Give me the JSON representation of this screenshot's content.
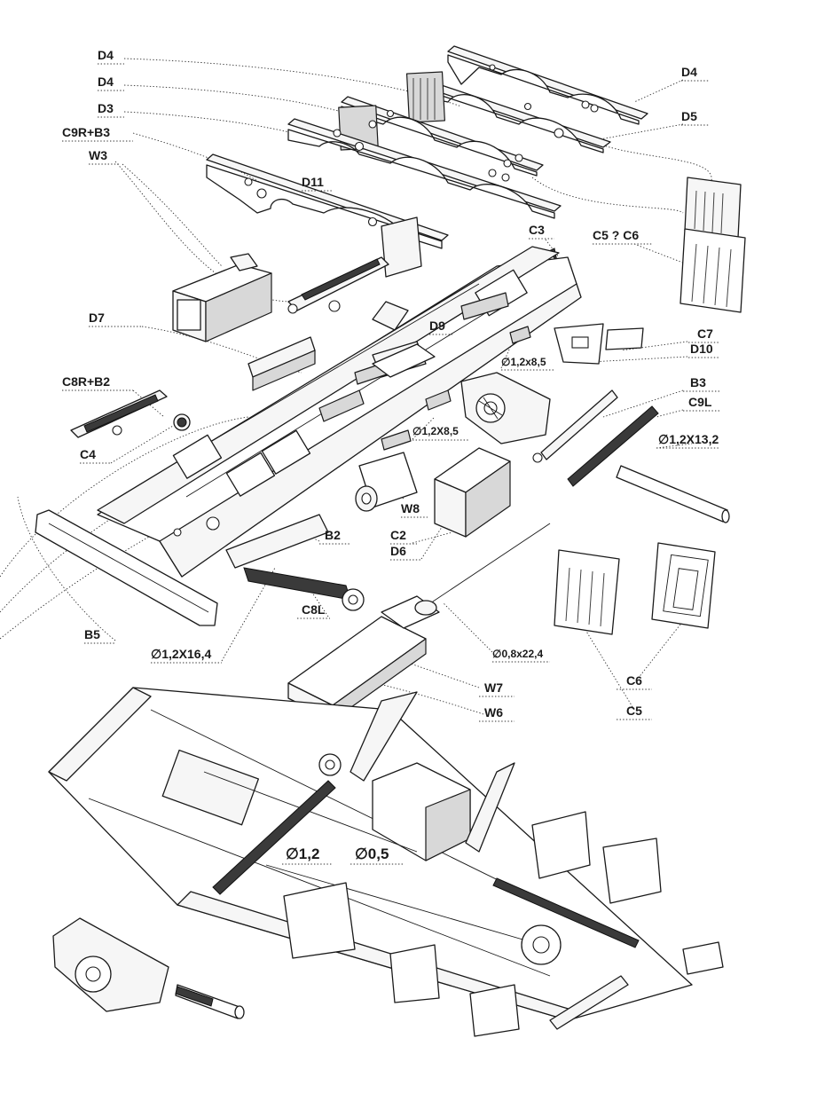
{
  "labels": {
    "d4_a": "D4",
    "d4_b": "D4",
    "d4_c": "D4",
    "d3": "D3",
    "c9r_b3": "C9R+B3",
    "w3": "W3",
    "d5": "D5",
    "d11": "D11",
    "c3": "C3",
    "c5_c6": "C5 ? C6",
    "d7": "D7",
    "d9": "D9",
    "c7": "C7",
    "d10": "D10",
    "rod_1_2x8_5_a": "∅1,2x8,5",
    "b3": "B3",
    "c9l": "C9L",
    "c8r_b2": "C8R+B2",
    "rod_1_2x8_5_b": "∅1,2X8,5",
    "rod_1_2x13_2": "∅1,2X13,2",
    "c4": "C4",
    "w8": "W8",
    "c2": "C2",
    "d6": "D6",
    "b2": "B2",
    "c8l": "C8L",
    "b5": "B5",
    "rod_1_2x16_4": "∅1,2X16,4",
    "rod_0_8x22_4": "∅0,8x22,4",
    "w7": "W7",
    "w6": "W6",
    "c6": "C6",
    "c5": "C5",
    "wire_1_2": "∅1,2",
    "wire_0_5": "∅0,5"
  }
}
